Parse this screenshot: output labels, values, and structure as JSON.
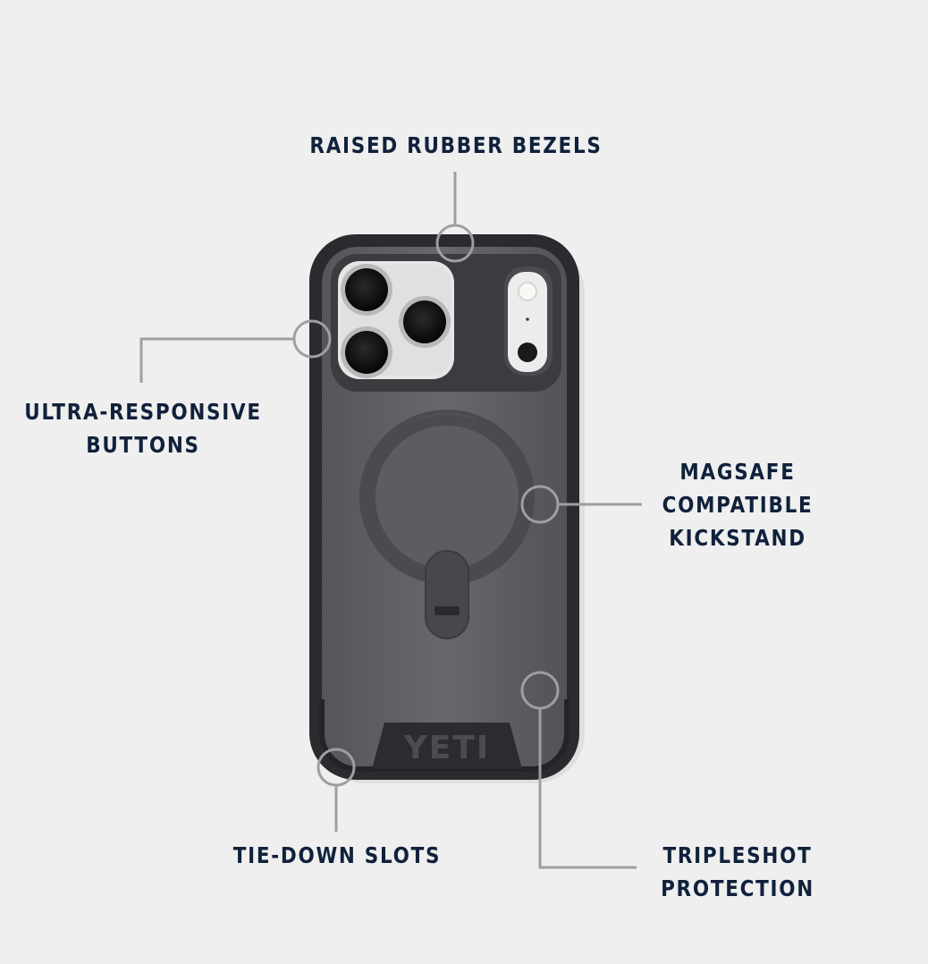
{
  "callouts": {
    "bezels": {
      "lines": [
        "RAISED RUBBER BEZELS"
      ]
    },
    "buttons": {
      "lines": [
        "ULTRA-RESPONSIVE",
        "BUTTONS"
      ]
    },
    "kickstand": {
      "lines": [
        "MAGSAFE",
        "COMPATIBLE",
        "KICKSTAND"
      ]
    },
    "slots": {
      "lines": [
        "TIE-DOWN SLOTS"
      ]
    },
    "tripleshot": {
      "lines": [
        "TRIPLESHOT",
        "PROTECTION"
      ]
    }
  },
  "colors": {
    "background": "#efefef",
    "label_text": "#10213b",
    "leader_line": "#9d9fa3",
    "case_body": "#626367",
    "case_frame": "#2a2b2e",
    "camera_plate": "#e6e6e6"
  },
  "product": {
    "brand_logo_text": "YETI"
  }
}
